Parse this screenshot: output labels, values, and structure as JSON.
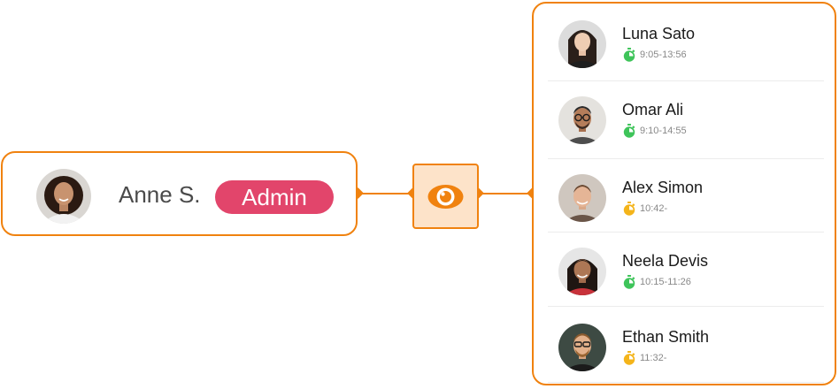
{
  "admin": {
    "name": "Anne S.",
    "role": "Admin"
  },
  "users": [
    {
      "name": "Luna Sato",
      "time": "9:05-13:56",
      "status": "complete"
    },
    {
      "name": "Omar Ali",
      "time": "9:10-14:55",
      "status": "complete"
    },
    {
      "name": "Alex Simon",
      "time": "10:42-",
      "status": "active"
    },
    {
      "name": "Neela Devis",
      "time": "10:15-11:26",
      "status": "complete"
    },
    {
      "name": "Ethan Smith",
      "time": "11:32-",
      "status": "active"
    }
  ],
  "icons": {
    "monitor": "eye-icon",
    "complete": "stopwatch-icon",
    "active": "stopwatch-icon"
  },
  "colors": {
    "accent": "#f0820f",
    "accent_light": "#fde3c9",
    "badge": "#e2456b",
    "status_complete": "#3ec45a",
    "status_active": "#f4b41a"
  }
}
